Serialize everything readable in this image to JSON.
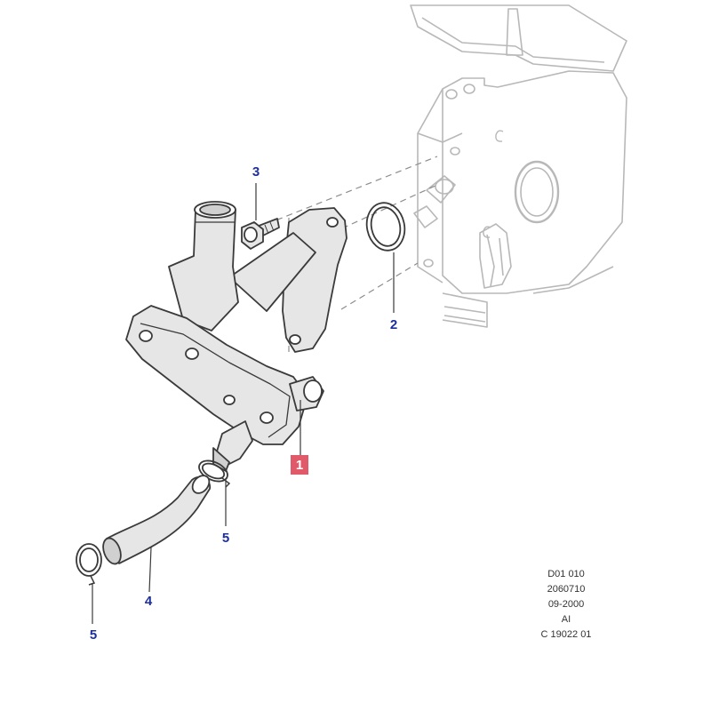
{
  "callouts": [
    {
      "id": "1",
      "label": "1",
      "highlighted": true
    },
    {
      "id": "2",
      "label": "2",
      "highlighted": false
    },
    {
      "id": "3",
      "label": "3",
      "highlighted": false
    },
    {
      "id": "4",
      "label": "4",
      "highlighted": false
    },
    {
      "id": "5a",
      "label": "5",
      "highlighted": false
    },
    {
      "id": "5b",
      "label": "5",
      "highlighted": false
    }
  ],
  "reference_block": {
    "line1": "D01 010",
    "line2": "2060710",
    "line3": "09-2000",
    "line4": "AI",
    "line5": "C 19022 01"
  },
  "colors": {
    "callout_text": "#1c2f9c",
    "highlight_box": "#e05a6a",
    "part_fill": "#e6e6e6",
    "engine_line": "#b8b8b8",
    "part_line": "#3a3a3a"
  }
}
